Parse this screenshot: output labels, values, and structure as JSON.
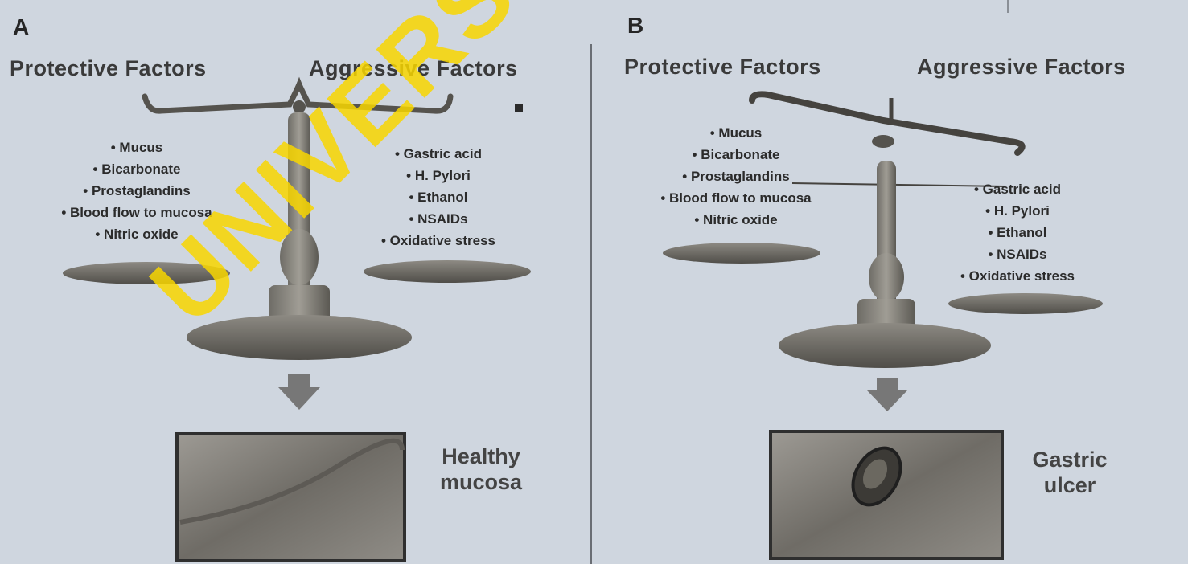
{
  "panels": [
    {
      "letter": "A",
      "protective_heading": "Protective Factors",
      "aggressive_heading": "Aggressive Factors",
      "protective_factors": [
        "Mucus",
        "Bicarbonate",
        "Prostaglandins",
        "Blood flow to mucosa",
        "Nitric oxide"
      ],
      "aggressive_factors": [
        "Gastric acid",
        "H. Pylori",
        "Ethanol",
        "NSAIDs",
        "Oxidative stress"
      ],
      "outcome_line1": "Healthy",
      "outcome_line2": "mucosa"
    },
    {
      "letter": "B",
      "protective_heading": "Protective Factors",
      "aggressive_heading": "Aggressive Factors",
      "protective_factors": [
        "Mucus",
        "Bicarbonate",
        "Prostaglandins",
        "Blood flow to mucosa",
        "Nitric oxide"
      ],
      "aggressive_factors": [
        "Gastric acid",
        "H. Pylori",
        "Ethanol",
        "NSAIDs",
        "Oxidative stress"
      ],
      "outcome_line1": "Gastric",
      "outcome_line2": "ulcer"
    }
  ],
  "watermark": "UNIVERSITY OF IBADAN",
  "colors": {
    "background": "#cfd6df",
    "watermark": "#f8d600",
    "scale": "#5d5b55",
    "ink": "#2b2b2b"
  }
}
